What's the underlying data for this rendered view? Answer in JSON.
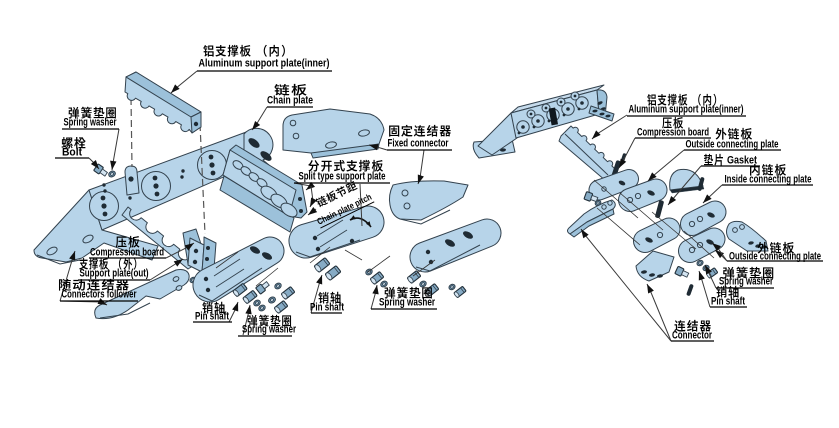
{
  "colors": {
    "background": "#ffffff",
    "part_fill": "#b7d4e9",
    "part_fill_dark": "#9cc1da",
    "part_fill_light": "#d3e4f1",
    "outline": "#33424e",
    "hole_dark": "#1f2b34",
    "leader_line": "#3a3a3a",
    "text": "#000000"
  },
  "left_diagram": {
    "labels": [
      {
        "id": "aluminum-support-plate-inner",
        "zh": "铝支撑板 （内）",
        "en": "Aluminum support plate(inner)"
      },
      {
        "id": "chain-plate",
        "zh": "链板",
        "en": "Chain plate"
      },
      {
        "id": "fixed-connector",
        "zh": "固定连结器",
        "en": "Fixed connector"
      },
      {
        "id": "split-type-support-plate",
        "zh": "分开式支撑板",
        "en": "Split type support plate"
      },
      {
        "id": "chain-plate-pitch",
        "zh": "链板节距",
        "en": "Chain plate pitch"
      },
      {
        "id": "spring-washer-top",
        "zh": "弹簧垫圈",
        "en": "Spring washer"
      },
      {
        "id": "bolt",
        "zh": "螺栓",
        "en": "Bolt"
      },
      {
        "id": "compression-board",
        "zh": "压板",
        "en": "Compression board"
      },
      {
        "id": "support-plate-out",
        "zh": "支撑板 （外）",
        "en": "Support plate(out)"
      },
      {
        "id": "connectors-follower",
        "zh": "随动连结器",
        "en": "Connectors follower"
      },
      {
        "id": "pin-shaft-1",
        "zh": "销轴",
        "en": "Pin shaft"
      },
      {
        "id": "spring-washer-2",
        "zh": "弹簧垫圈",
        "en": "Spring washer"
      },
      {
        "id": "pin-shaft-2",
        "zh": "销轴",
        "en": "Pin shaft"
      },
      {
        "id": "spring-washer-3",
        "zh": "弹簧垫圈",
        "en": "Spring washer"
      }
    ]
  },
  "right_diagram": {
    "labels": [
      {
        "id": "aluminum-support-plate-inner",
        "zh": "铝支撑板 （内）",
        "en": "Aluminum support plate(inner)"
      },
      {
        "id": "compression-board",
        "zh": "压板",
        "en": "Compression board"
      },
      {
        "id": "outside-connecting-plate-1",
        "zh": "外链板",
        "en": "Outside connecting plate"
      },
      {
        "id": "gasket",
        "zh": "垫片",
        "en": "Gasket"
      },
      {
        "id": "inside-connecting-plate",
        "zh": "内链板",
        "en": "Inside connecting plate"
      },
      {
        "id": "outside-connecting-plate-2",
        "zh": "外链板",
        "en": "Outside connecting plate"
      },
      {
        "id": "spring-washer",
        "zh": "弹簧垫圈",
        "en": "Spring washer"
      },
      {
        "id": "pin-shaft",
        "zh": "销轴",
        "en": "Pin shaft"
      },
      {
        "id": "connector",
        "zh": "连结器",
        "en": "Connector"
      }
    ]
  }
}
